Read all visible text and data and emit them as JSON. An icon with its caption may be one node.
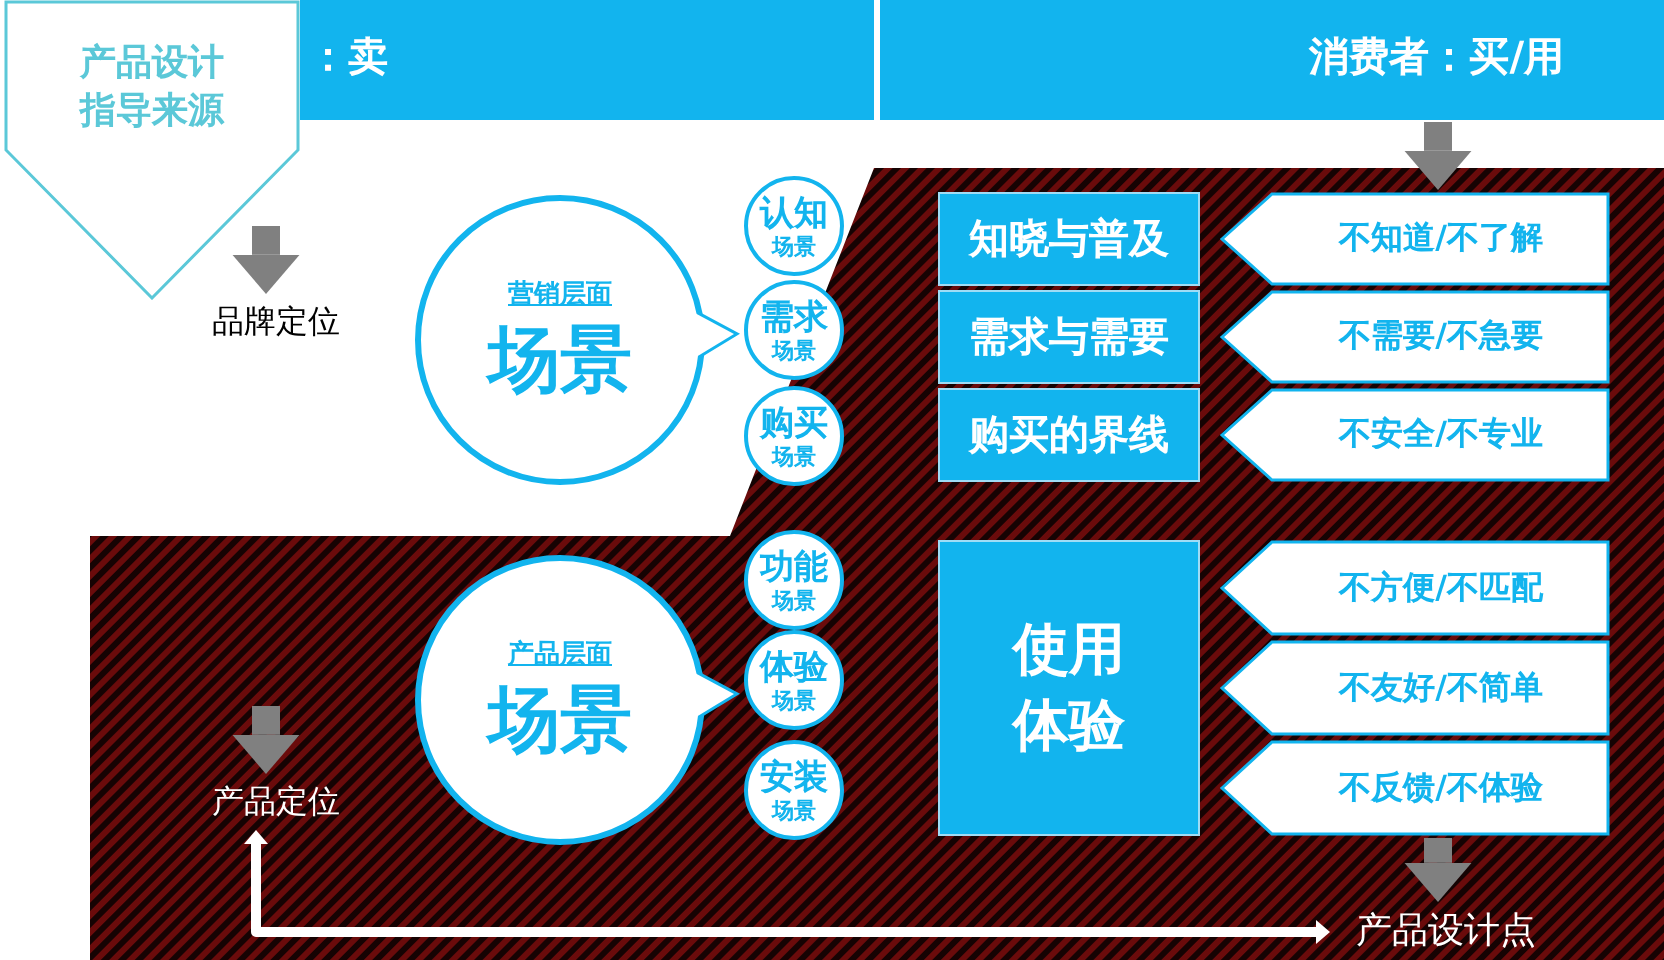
{
  "diagram": {
    "nodes": [
      {
        "text": [
          "产品设计指导来源"
        ]
      },
      {
        "text": [
          "：卖"
        ]
      },
      {
        "text": [
          "消费者：买/用"
        ]
      },
      {
        "text": [
          "品牌定位"
        ]
      },
      {
        "text": [
          "营销层面",
          "场景"
        ]
      },
      {
        "text": [
          "认知",
          "场景"
        ]
      },
      {
        "text": [
          "需求",
          "场景"
        ]
      },
      {
        "text": [
          "购买",
          "场景"
        ]
      },
      {
        "text": [
          "知晓与普及"
        ]
      },
      {
        "text": [
          "需求与需要"
        ]
      },
      {
        "text": [
          "购买的界线"
        ]
      },
      {
        "text": [
          "不知道/不了解"
        ]
      },
      {
        "text": [
          "不需要/不急要"
        ]
      },
      {
        "text": [
          "不安全/不专业"
        ]
      },
      {
        "text": [
          "产品层面",
          "场景"
        ]
      },
      {
        "text": [
          "功能",
          "场景"
        ]
      },
      {
        "text": [
          "体验",
          "场景"
        ]
      },
      {
        "text": [
          "安装",
          "场景"
        ]
      },
      {
        "text": [
          "使用体验"
        ]
      },
      {
        "text": [
          "不方便/不匹配"
        ]
      },
      {
        "text": [
          "不友好/不简单"
        ]
      },
      {
        "text": [
          "不反馈/不体验"
        ]
      },
      {
        "text": [
          "产品定位"
        ]
      },
      {
        "text": [
          "产品设计点"
        ]
      }
    ],
    "edges": [
      {
        "from": null,
        "to": 3,
        "arrow": "to"
      },
      {
        "from": 2,
        "to": 11,
        "arrow": "to"
      },
      {
        "from": 21,
        "to": 23,
        "arrow": "to"
      },
      {
        "from": null,
        "to": 22,
        "arrow": "to"
      },
      {
        "from": 22,
        "to": 23,
        "arrow": "both",
        "color": "#ffffff"
      }
    ]
  }
}
